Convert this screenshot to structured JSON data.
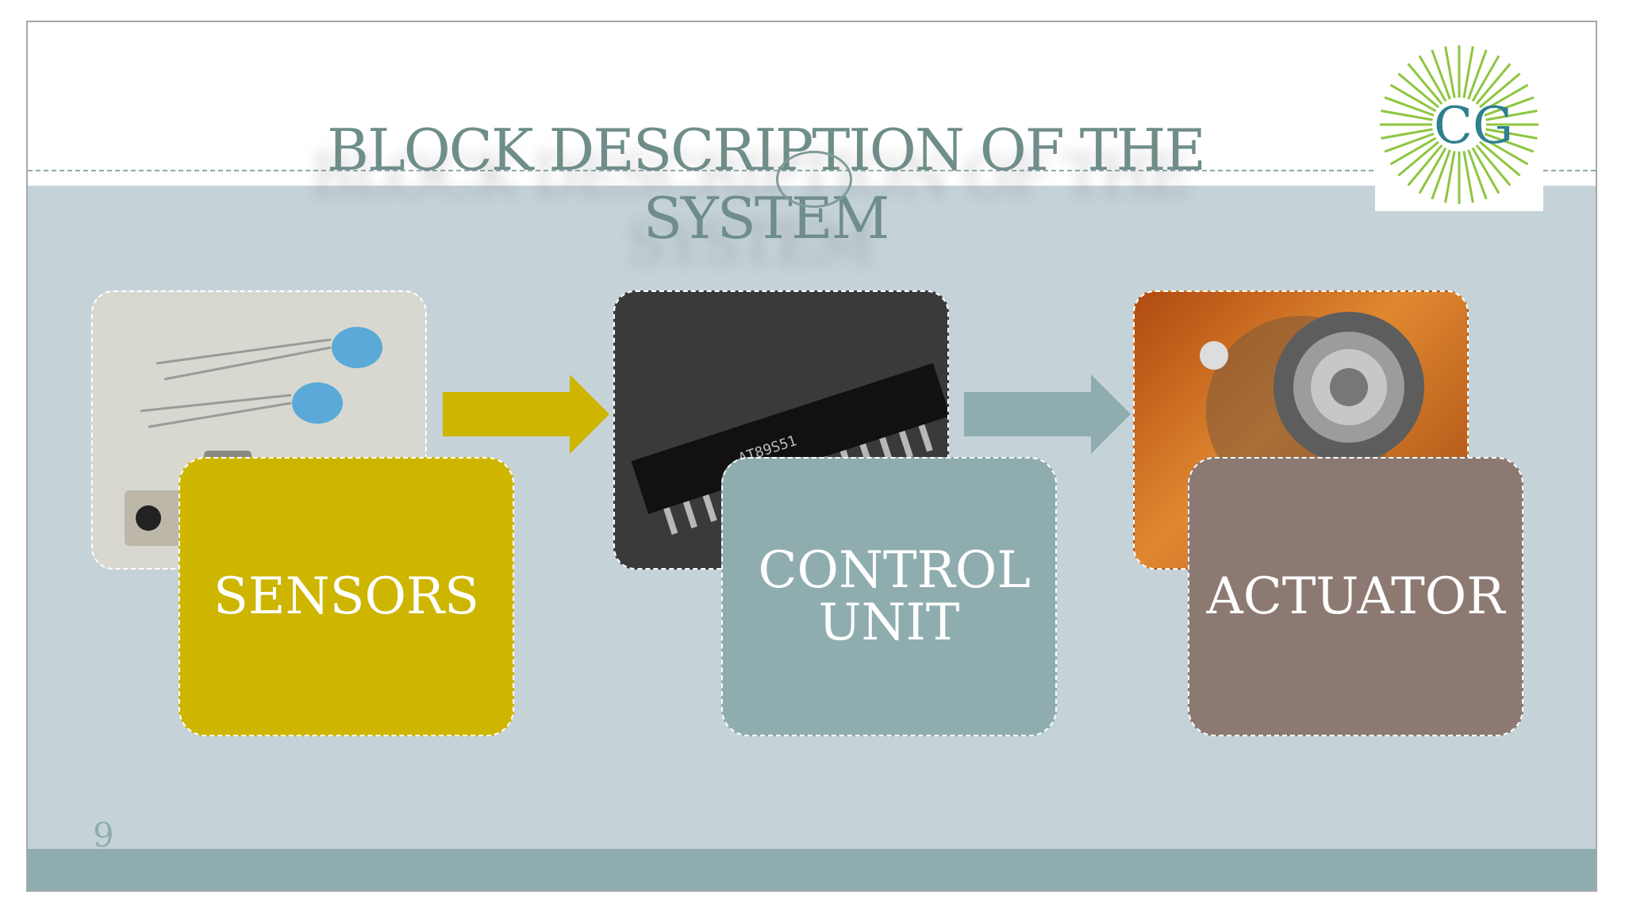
{
  "title": "BLOCK DESCRIPTION OF THE SYSTEM",
  "logo_letters": "CG",
  "page_number": "9",
  "colors": {
    "accent_yellow": "#cdb500",
    "accent_teal": "#8fadae",
    "accent_brown": "#8c7a72",
    "band": "#c5d3d9",
    "title": "#6f8d89"
  },
  "blocks": [
    {
      "label": "SENSORS",
      "photo_icon": "led-sensors-photo"
    },
    {
      "label": "CONTROL UNIT",
      "photo_icon": "microcontroller-chip-photo"
    },
    {
      "label": "ACTUATOR",
      "photo_icon": "stepper-motor-photo"
    }
  ],
  "arrows": [
    {
      "from": "SENSORS",
      "to": "CONTROL UNIT",
      "color": "#cdb500"
    },
    {
      "from": "CONTROL UNIT",
      "to": "ACTUATOR",
      "color": "#8fadae"
    }
  ]
}
